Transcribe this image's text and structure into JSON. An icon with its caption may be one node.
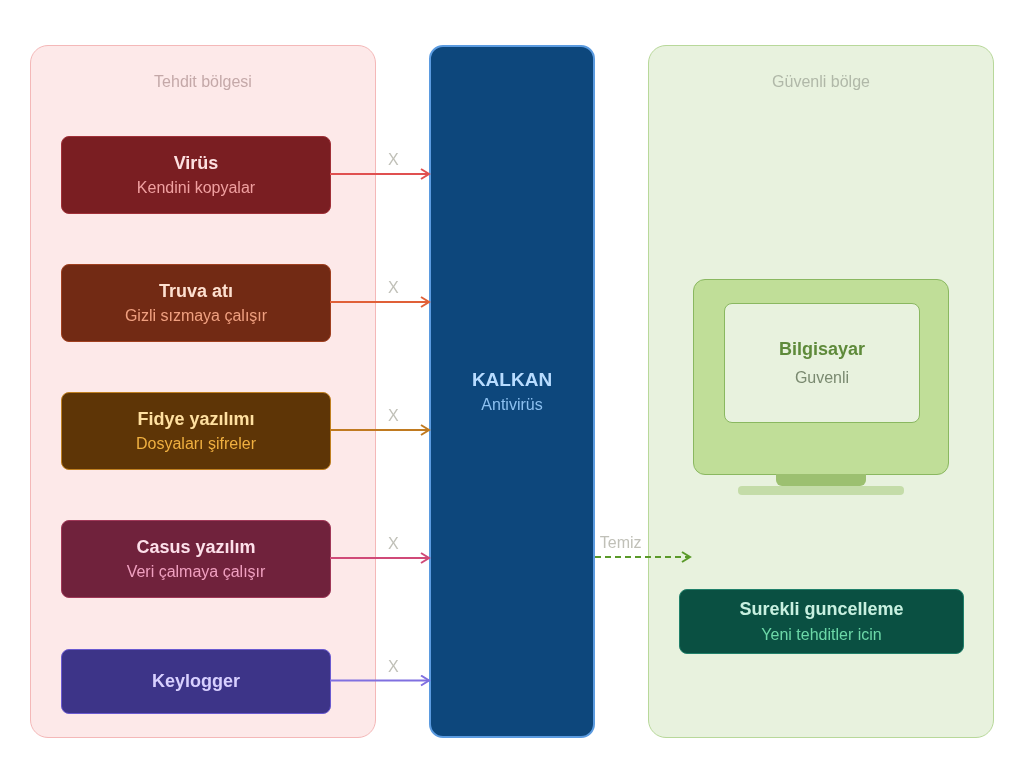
{
  "diagram": {
    "nodes": [
      {
        "text": [
          "Tehdit bölgesi"
        ]
      },
      {
        "text": [
          "Virüs",
          "Kendini kopyalar"
        ],
        "in": 0
      },
      {
        "text": [
          "Truva atı",
          "Gizli sızmaya çalışır"
        ],
        "in": 0
      },
      {
        "text": [
          "Fidye yazılımı",
          "Dosyaları şifreler"
        ],
        "in": 0
      },
      {
        "text": [
          "Casus yazılım",
          "Veri çalmaya çalışır"
        ],
        "in": 0
      },
      {
        "text": [
          "Keylogger"
        ],
        "in": 0
      },
      {
        "text": [
          "KALKAN",
          "Antivirüs"
        ]
      },
      {
        "text": [
          "Güvenli bölge"
        ]
      },
      {
        "text": [
          "Bilgisayar",
          "Guvenli"
        ],
        "in": 7
      },
      {
        "text": [
          "Surekli guncelleme",
          "Yeni tehditler icin"
        ],
        "in": 7
      }
    ],
    "edges": [
      {
        "from": 1,
        "to": 6,
        "arrow": "to",
        "label": "X",
        "color": "#e05050"
      },
      {
        "from": 2,
        "to": 6,
        "arrow": "to",
        "label": "X",
        "color": "#e06038"
      },
      {
        "from": 3,
        "to": 6,
        "arrow": "to",
        "label": "X",
        "color": "#c07a20"
      },
      {
        "from": 4,
        "to": 6,
        "arrow": "to",
        "label": "X",
        "color": "#d04a78"
      },
      {
        "from": 5,
        "to": 6,
        "arrow": "to",
        "label": "X",
        "color": "#8070e0"
      },
      {
        "from": 6,
        "to": null,
        "arrow": "to",
        "label": "Temiz",
        "style": "dashed",
        "color": "#5a9a2a"
      }
    ]
  }
}
